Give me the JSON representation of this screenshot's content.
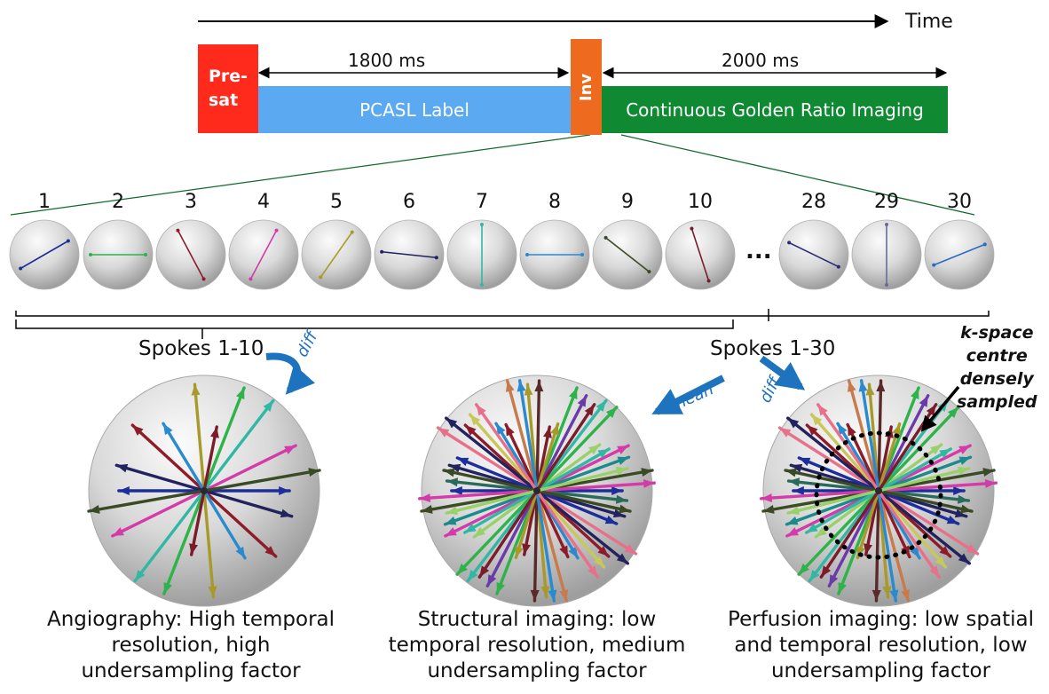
{
  "timeline": {
    "time_label": "Time",
    "presat_label": "Pre-\nsat",
    "label_duration": "1800 ms",
    "pcasl_label": "PCASL Label",
    "inv_label": "Inv",
    "imaging_duration": "2000 ms",
    "imaging_label": "Continuous Golden Ratio Imaging",
    "colors": {
      "presat": "#ff2a1c",
      "pcasl": "#5aa9f1",
      "inv": "#ee6a1f",
      "imaging": "#0f8a33"
    }
  },
  "spokes": {
    "numbers": [
      "1",
      "2",
      "3",
      "4",
      "5",
      "6",
      "7",
      "8",
      "9",
      "10",
      "28",
      "29",
      "30"
    ],
    "ellipsis": "...",
    "colors": [
      "#1c2e9c",
      "#2eb24a",
      "#8e1c28",
      "#d43aa8",
      "#a89a2a",
      "#22225e",
      "#30b8a4",
      "#2a8ad0",
      "#3a4a24",
      "#7a1c2a",
      "#2a2a7a",
      "#6a6a9a",
      "#2a6ac8"
    ],
    "angles_deg": [
      30,
      0,
      -62,
      62,
      55,
      -6,
      90,
      0,
      -38,
      -72,
      -26,
      90,
      22
    ]
  },
  "groups": {
    "spokes_1_10": "Spokes 1-10",
    "spokes_1_30": "Spokes 1-30",
    "diff_label": "diff",
    "mean_label": "mean",
    "kspace_note": "k-space\ncentre\ndensely\nsampled"
  },
  "captions": {
    "angiography": "Angiography: High temporal resolution, high undersampling factor",
    "structural": "Structural imaging: low temporal resolution, medium undersampling factor",
    "perfusion": "Perfusion imaging: low spatial and temporal resolution, low undersampling factor"
  },
  "palette": [
    "#1c2e9c",
    "#2eb24a",
    "#8e1c28",
    "#d43aa8",
    "#a89a2a",
    "#22225e",
    "#30b8a4",
    "#2a8ad0",
    "#3a4a24",
    "#7a1c2a",
    "#e8708a",
    "#9ad06a",
    "#c87a4a",
    "#2a6a5a",
    "#6a3aa8",
    "#c8c85a",
    "#1a8a8a",
    "#5a2a2a"
  ]
}
